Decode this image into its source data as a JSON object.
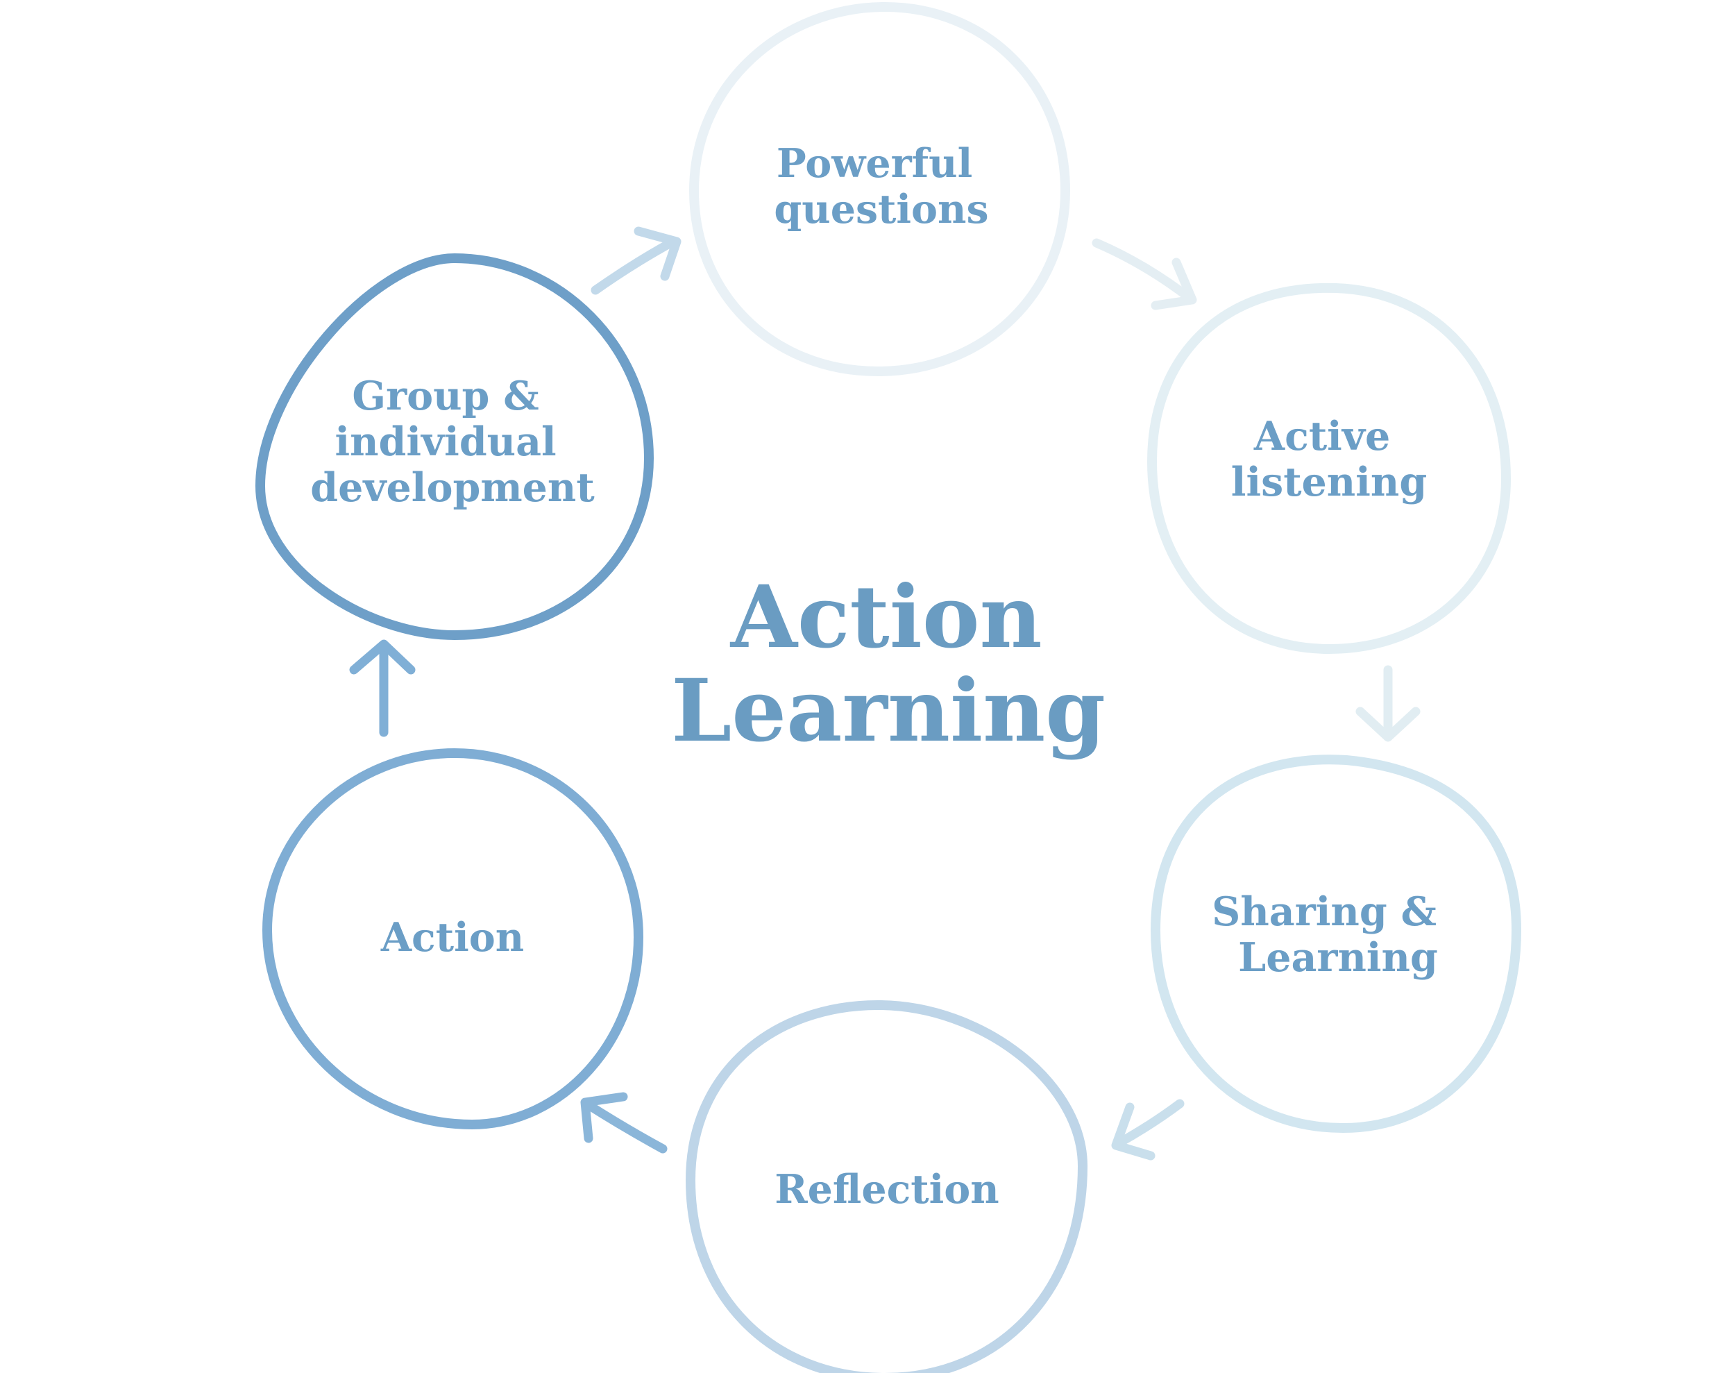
{
  "title": {
    "line1": "Action",
    "line2": "Learning",
    "color": "#6a9cc2"
  },
  "label_color": "#6b9ec6",
  "nodes": [
    {
      "id": "powerful-questions",
      "lines": [
        "Powerful",
        "questions"
      ],
      "ring_color": "#e9f1f6"
    },
    {
      "id": "active-listening",
      "lines": [
        "Active",
        "listening"
      ],
      "ring_color": "#e3eff4"
    },
    {
      "id": "sharing-learning",
      "lines": [
        "Sharing &",
        "Learning"
      ],
      "ring_color": "#d2e6f0"
    },
    {
      "id": "reflection",
      "lines": [
        "Reflection"
      ],
      "ring_color": "#bed5e8"
    },
    {
      "id": "action",
      "lines": [
        "Action"
      ],
      "ring_color": "#7fadd4"
    },
    {
      "id": "group-individual-development",
      "lines": [
        "Group &",
        "individual",
        "development"
      ],
      "ring_color": "#6e9fc8"
    }
  ],
  "arrows": [
    {
      "from": "powerful-questions",
      "to": "active-listening",
      "color": "#e4eef3"
    },
    {
      "from": "active-listening",
      "to": "sharing-learning",
      "color": "#e1edf2"
    },
    {
      "from": "sharing-learning",
      "to": "reflection",
      "color": "#c9dfec"
    },
    {
      "from": "reflection",
      "to": "action",
      "color": "#8bb6d9"
    },
    {
      "from": "action",
      "to": "group-individual-development",
      "color": "#80afd6"
    },
    {
      "from": "group-individual-development",
      "to": "powerful-questions",
      "color": "#c2d9ea"
    }
  ]
}
